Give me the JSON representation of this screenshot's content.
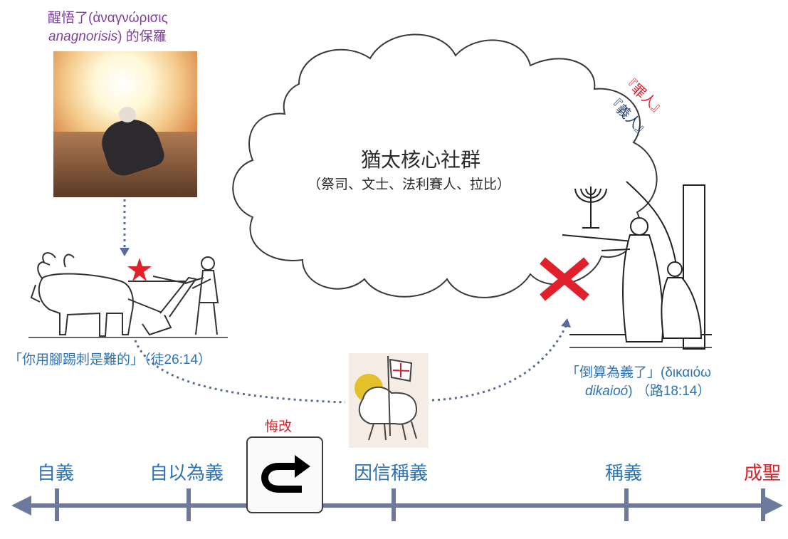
{
  "paul": {
    "line1": "醒悟了(ἀναγνώρισις",
    "line2_italic": "anagnorisis",
    "line2_rest": ") 的保羅"
  },
  "cloud": {
    "title": "猶太核心社群",
    "subtitle": "（祭司、文士、法利賽人、拉比）",
    "sinner": "『罪人』",
    "righteous": "『義人』"
  },
  "quote_left": "「你用腳踢刺是難的」（徒26:14）",
  "quote_right": {
    "line1": "「倒算為義了」(δικαιόω",
    "line2_italic": "dikaioó",
    "line2_rest": ") （路18:14）"
  },
  "repent_label": "悔改",
  "timeline": {
    "labels": [
      "自義",
      "自以為義",
      "因信稱義",
      "稱義",
      "成聖"
    ],
    "colors": {
      "blue": "#2e74b5",
      "red": "#e0202a",
      "axis": "#6d7a9e"
    }
  },
  "icons": {
    "star": "red-star-icon",
    "cross": "red-x-icon",
    "turn": "u-turn-arrow-icon"
  }
}
